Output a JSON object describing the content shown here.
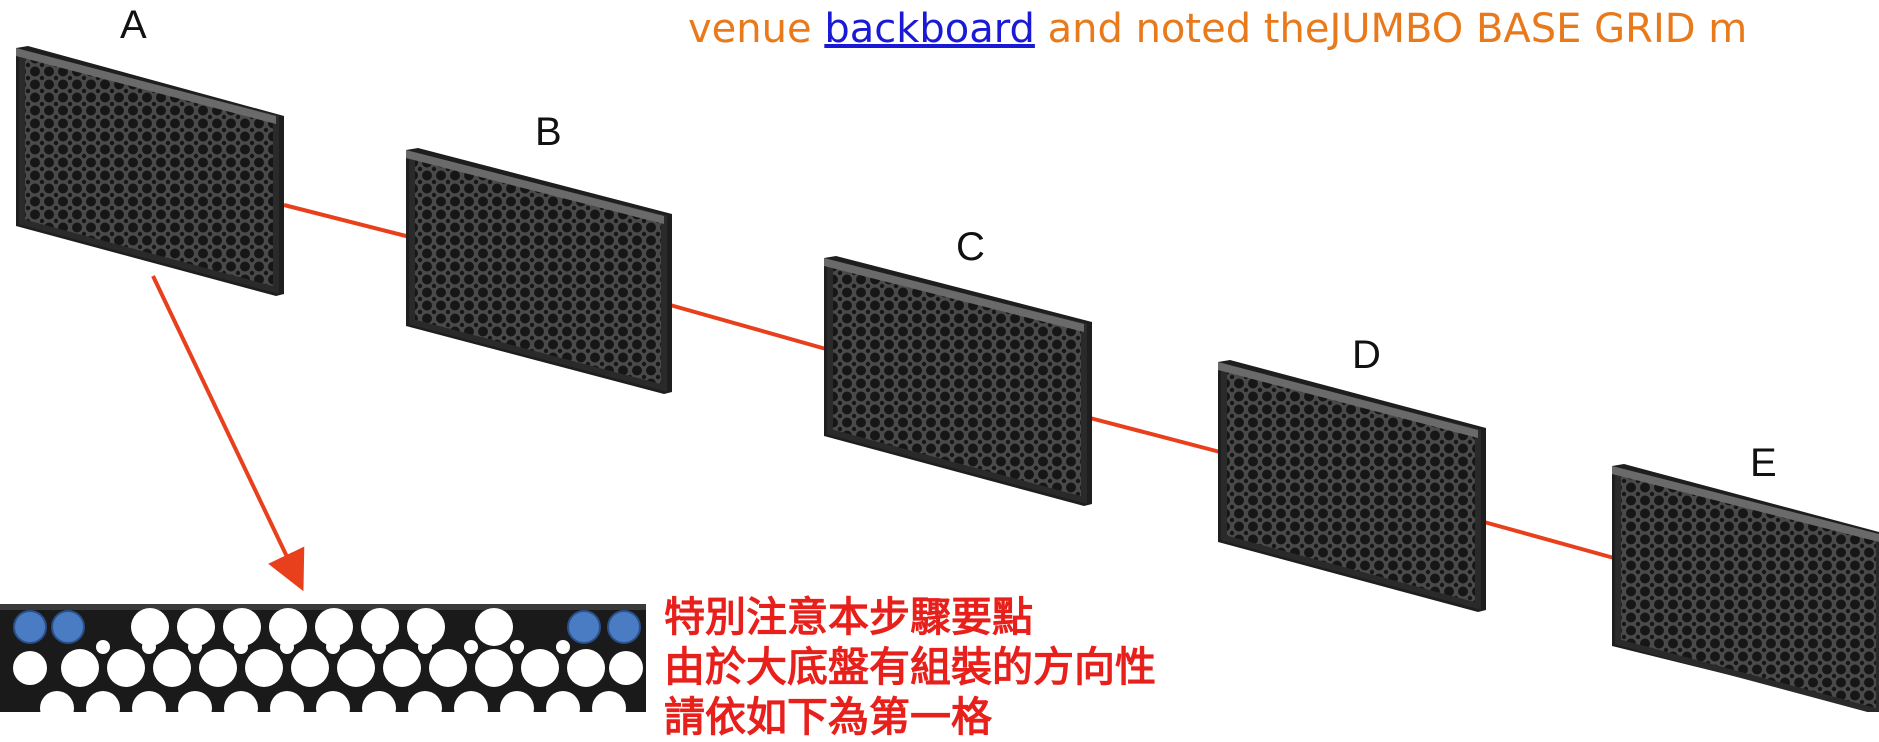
{
  "header": {
    "prefix": "venue ",
    "link_text": "backboard",
    "suffix": " and noted theJUMBO BASE GRID m"
  },
  "grids": [
    {
      "label": "A"
    },
    {
      "label": "B"
    },
    {
      "label": "C"
    },
    {
      "label": "D"
    },
    {
      "label": "E"
    }
  ],
  "note": {
    "lines": [
      "特別注意本步驟要點",
      "由於大底盤有組裝的方向性",
      "請依如下為第一格"
    ]
  },
  "colors": {
    "connector": "#E8401C",
    "header_text": "#E87A1C",
    "link": "#1a1ad6",
    "note_text": "#E8201C",
    "panel": "#3c3c3c",
    "highlight_circle": "#4a7cc4"
  },
  "icons": {
    "panel": "honeycomb-grid-panel",
    "arrow": "red-arrow"
  }
}
